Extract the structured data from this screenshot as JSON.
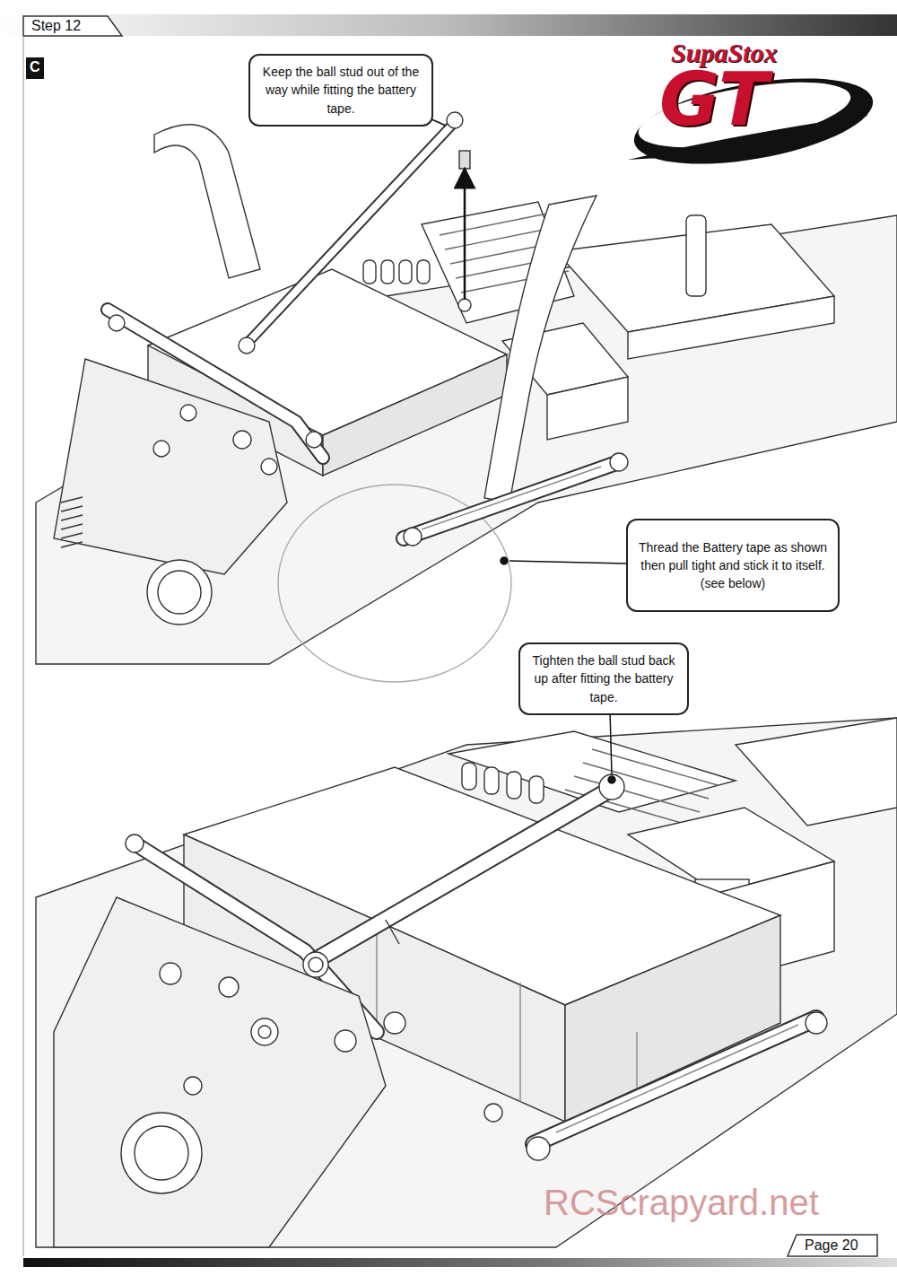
{
  "diagram": {
    "title": "Step 12",
    "nodes": [
      {
        "text": [
          "Keep the ball stud out of the way while fitting the battery tape."
        ]
      },
      {
        "text": [
          "Thread the Battery tape as shown then pull tight and stick it to itself. (see below)"
        ]
      },
      {
        "text": [
          "Tighten the ball stud back up after fitting the battery tape."
        ]
      }
    ],
    "labels": [
      "C",
      "SupaStox",
      "GT",
      "Page 20",
      "RCScrapyard.net"
    ]
  }
}
